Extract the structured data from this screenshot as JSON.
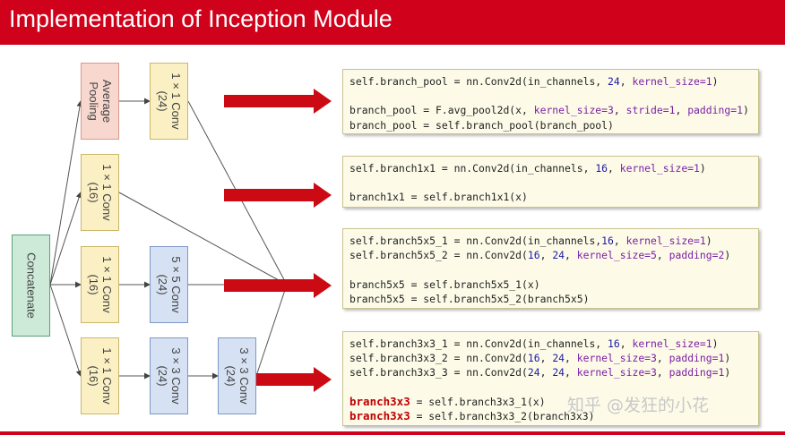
{
  "title": "Implementation of Inception Module",
  "boxes": {
    "concatenate": "Concatenate",
    "avg_pooling": "Average\nPooling",
    "pool_conv": "1 × 1 Conv\n(24)",
    "conv1x1_16_b": "1 × 1 Conv\n(16)",
    "conv1x1_16_c": "1 × 1 Conv\n(16)",
    "conv5x5_24": "5 × 5 Conv\n(24)",
    "conv1x1_16_d": "1 × 1 Conv\n(16)",
    "conv3x3_24_a": "3 × 3 Conv\n(24)",
    "conv3x3_24_b": "3 × 3 Conv\n(24)"
  },
  "code": {
    "pool": [
      "self.branch_pool = nn.Conv2d(in_channels, 24, kernel_size=1)",
      "",
      "branch_pool = F.avg_pool2d(x, kernel_size=3, stride=1, padding=1)",
      "branch_pool = self.branch_pool(branch_pool)"
    ],
    "b1x1": [
      "self.branch1x1 = nn.Conv2d(in_channels, 16, kernel_size=1)",
      "",
      "branch1x1 = self.branch1x1(x)"
    ],
    "b5x5": [
      "self.branch5x5_1 = nn.Conv2d(in_channels,16, kernel_size=1)",
      "self.branch5x5_2 = nn.Conv2d(16, 24, kernel_size=5, padding=2)",
      "",
      "branch5x5 = self.branch5x5_1(x)",
      "branch5x5 = self.branch5x5_2(branch5x5)"
    ],
    "b3x3": [
      "self.branch3x3_1 = nn.Conv2d(in_channels, 16, kernel_size=1)",
      "self.branch3x3_2 = nn.Conv2d(16, 24, kernel_size=3, padding=1)",
      "self.branch3x3_3 = nn.Conv2d(24, 24, kernel_size=3, padding=1)",
      "",
      "branch3x3 = self.branch3x3_1(x)",
      "branch3x3 = self.branch3x3_2(branch3x3)"
    ]
  },
  "watermark": "知乎 @发狂的小花",
  "colors": {
    "header": "#d0021b",
    "arrow": "#cc0a14",
    "keyword": "#7a1fa6",
    "number": "#1a1aa8",
    "highlight": "#c00000"
  }
}
